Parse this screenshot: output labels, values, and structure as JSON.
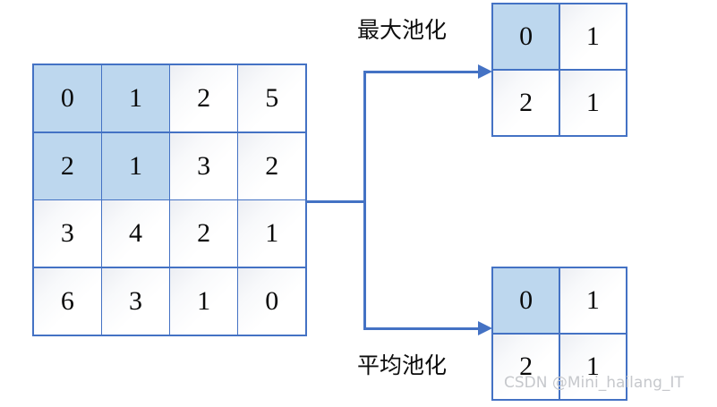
{
  "diagram": {
    "title_max": "最大池化",
    "title_avg": "平均池化",
    "colors": {
      "border": "#4472c4",
      "highlight_fill": "#bdd7ee",
      "cell_fill": "#ffffff",
      "text": "#0a0a0a",
      "watermark": "#c6c8cc"
    }
  },
  "input_matrix": {
    "rows": 4,
    "cols": 4,
    "cells": [
      [
        {
          "value": "0",
          "highlight": true
        },
        {
          "value": "1",
          "highlight": true
        },
        {
          "value": "2",
          "highlight": false
        },
        {
          "value": "5",
          "highlight": false
        }
      ],
      [
        {
          "value": "2",
          "highlight": true
        },
        {
          "value": "1",
          "highlight": true
        },
        {
          "value": "3",
          "highlight": false
        },
        {
          "value": "2",
          "highlight": false
        }
      ],
      [
        {
          "value": "3",
          "highlight": false
        },
        {
          "value": "4",
          "highlight": false
        },
        {
          "value": "2",
          "highlight": false
        },
        {
          "value": "1",
          "highlight": false
        }
      ],
      [
        {
          "value": "6",
          "highlight": false
        },
        {
          "value": "3",
          "highlight": false
        },
        {
          "value": "1",
          "highlight": false
        },
        {
          "value": "0",
          "highlight": false
        }
      ]
    ]
  },
  "max_output_matrix": {
    "rows": 2,
    "cols": 2,
    "cells": [
      [
        {
          "value": "0",
          "highlight": true
        },
        {
          "value": "1",
          "highlight": false
        }
      ],
      [
        {
          "value": "2",
          "highlight": false
        },
        {
          "value": "1",
          "highlight": false
        }
      ]
    ]
  },
  "avg_output_matrix": {
    "rows": 2,
    "cols": 2,
    "cells": [
      [
        {
          "value": "0",
          "highlight": true
        },
        {
          "value": "1",
          "highlight": false
        }
      ],
      [
        {
          "value": "2",
          "highlight": false
        },
        {
          "value": "1",
          "highlight": false
        }
      ]
    ]
  },
  "watermark": {
    "text": "CSDN @Mini_hailang_IT"
  }
}
